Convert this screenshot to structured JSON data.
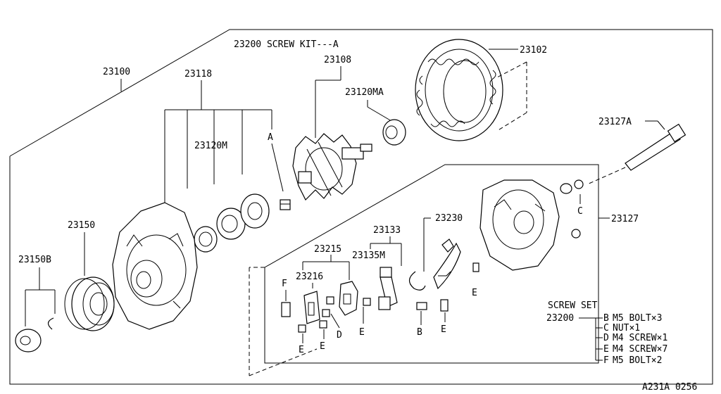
{
  "labels": {
    "p23100": "23100",
    "p23118": "23118",
    "p23108": "23108",
    "p23120ma": "23120MA",
    "p23102": "23102",
    "p23127a": "23127A",
    "p23120m": "23120M",
    "pA": "A",
    "p23150": "23150",
    "p23150b": "23150B",
    "p23127": "23127",
    "pC": "C",
    "p23230": "23230",
    "p23133": "23133",
    "p23135m": "23135M",
    "p23215": "23215",
    "p23216": "23216",
    "pF": "F",
    "pD": "D",
    "pE1": "E",
    "pE2": "E",
    "pE3": "E",
    "pE4": "E",
    "pE5": "E",
    "pB": "B"
  },
  "screw_kit": "23200 SCREW KIT---A",
  "screw_set": {
    "title": "SCREW SET",
    "part": "23200",
    "items": [
      {
        "code": "B",
        "desc": "M5 BOLT×3"
      },
      {
        "code": "C",
        "desc": "NUT×1"
      },
      {
        "code": "D",
        "desc": "M4 SCREW×1"
      },
      {
        "code": "E",
        "desc": "M4 SCREW×7"
      },
      {
        "code": "F",
        "desc": "M5 BOLT×2"
      }
    ]
  },
  "footer_code": "A231A 0256"
}
